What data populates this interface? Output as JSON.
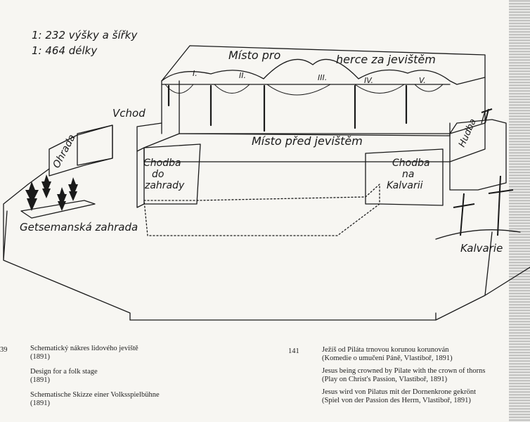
{
  "drawing": {
    "scale_height": "1: 232 výšky a šířky",
    "scale_length": "1: 464 délky",
    "label_stage_actors_1": "Místo pro",
    "label_stage_actors_2": "herce za jevištěm",
    "arch_numbers": [
      "I.",
      "II.",
      "III.",
      "IV.",
      "V."
    ],
    "label_entrance": "Vchod",
    "label_fence": "Ohrada",
    "label_music": "Hudba",
    "label_front_stage": "Místo před jevištěm",
    "corridor_garden": [
      "Chodba",
      "do",
      "zahrady"
    ],
    "corridor_calvary": [
      "Chodba",
      "na",
      "Kalvarii"
    ],
    "label_gethsemane": "Getsemanská zahrada",
    "label_calvary": "Kalvarie"
  },
  "captions": {
    "left_number": "39",
    "left_lines": [
      "Schematický nákres lidového jeviště",
      "(1891)",
      "Design for a folk stage",
      "(1891)",
      "Schematische Skizze einer Volksspielbühne",
      "(1891)"
    ],
    "right_number": "141",
    "right_lines": [
      "Ježíš od Piláta trnovou korunou korunován",
      "(Komedie o umučení Páně, Vlastiboř, 1891)",
      "Jesus being crowned by Pilate with the crown of thorns",
      "(Play on Christ's Passion, Vlastiboř, 1891)",
      "Jesus wird von Pilatus mit der Dornenkrone gekrönt",
      "(Spiel von der Passion des Herrn, Vlastiboř, 1891)"
    ]
  }
}
